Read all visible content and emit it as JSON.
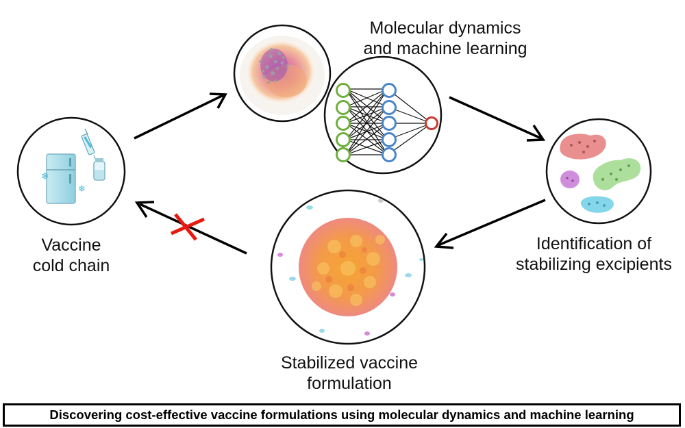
{
  "labels": {
    "md_ml_line1": "Molecular dynamics",
    "md_ml_line2": "and machine learning",
    "cold_chain_line1": "Vaccine",
    "cold_chain_line2": "cold chain",
    "excipients_line1": "Identification of",
    "excipients_line2": "stabilizing excipients",
    "formulation_line1": "Stabilized vaccine",
    "formulation_line2": "formulation"
  },
  "caption": "Discovering cost-effective vaccine formulations using molecular dynamics and machine learning",
  "colors": {
    "arrow": "#000000",
    "blocked_mark": "#e8190f",
    "nn_input": "#6fae3c",
    "nn_hidden": "#4a86c7",
    "nn_output": "#c53b32",
    "fridge": "#a8d8e4",
    "snowflake": "#4ab8dd",
    "capsid": "#f6a23a",
    "excipient_red": "#e57b7b",
    "excipient_green": "#9ed98a",
    "excipient_purple": "#c879d6",
    "excipient_cyan": "#6fcfe8"
  }
}
